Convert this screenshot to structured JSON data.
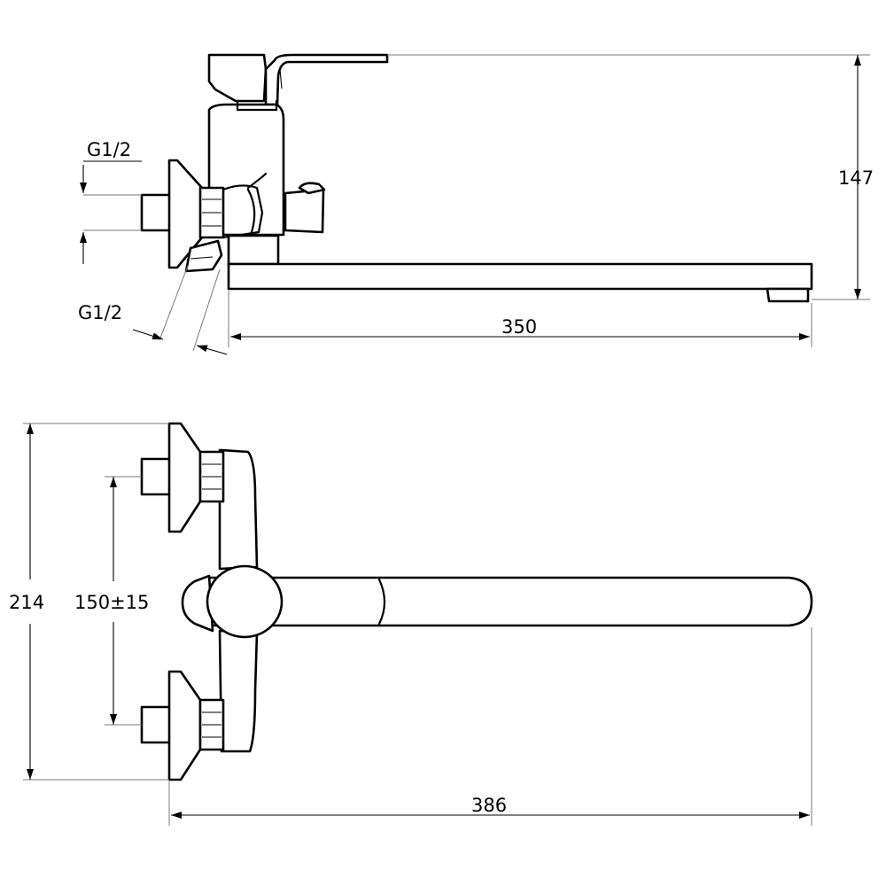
{
  "side_view": {
    "thread_top_label": "G1/2",
    "thread_bottom_label": "G1/2",
    "height_dimension": "147",
    "spout_length_dimension": "350"
  },
  "front_view": {
    "total_height_dimension": "214",
    "inlet_spacing_dimension": "150±15",
    "total_length_dimension": "386"
  }
}
